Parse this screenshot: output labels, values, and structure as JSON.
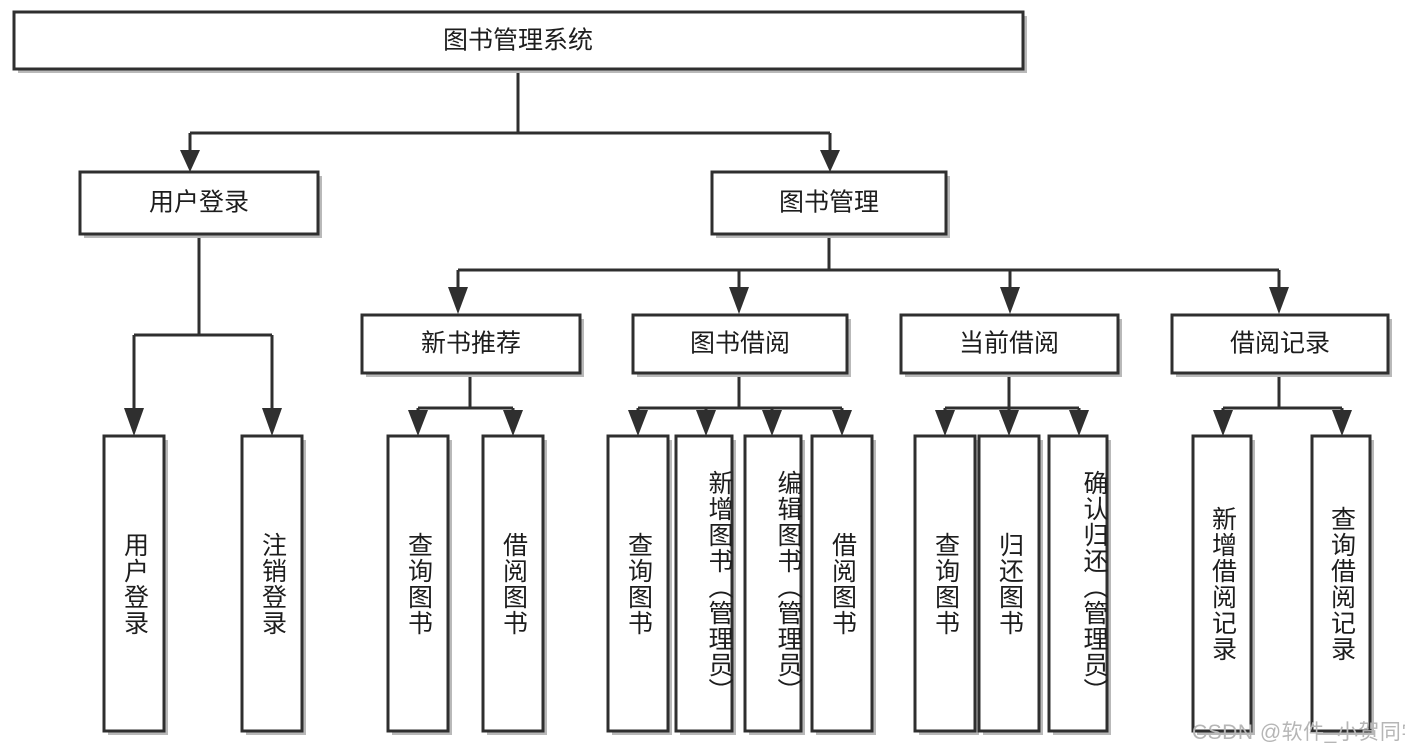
{
  "diagram": {
    "type": "tree",
    "title": "图书管理系统",
    "root": {
      "label": "图书管理系统",
      "level": 0
    },
    "level1": [
      {
        "label": "用户登录"
      },
      {
        "label": "图书管理"
      }
    ],
    "level2": [
      {
        "label": "新书推荐",
        "parent": "图书管理"
      },
      {
        "label": "图书借阅",
        "parent": "图书管理"
      },
      {
        "label": "当前借阅",
        "parent": "图书管理"
      },
      {
        "label": "借阅记录",
        "parent": "图书管理"
      }
    ],
    "leaves_user_login": [
      {
        "label": "用户登录"
      },
      {
        "label": "注销登录"
      }
    ],
    "leaves_new_book": [
      {
        "label": "查询图书"
      },
      {
        "label": "借阅图书"
      }
    ],
    "leaves_borrow": [
      {
        "label": "查询图书"
      },
      {
        "label": "新增图书（管理员）"
      },
      {
        "label": "编辑图书（管理员）"
      },
      {
        "label": "借阅图书"
      }
    ],
    "leaves_current": [
      {
        "label": "查询图书"
      },
      {
        "label": "归还图书"
      },
      {
        "label": "确认归还（管理员）"
      }
    ],
    "leaves_records": [
      {
        "label": "新增借阅记录"
      },
      {
        "label": "查询借阅记录"
      }
    ]
  },
  "watermark": {
    "text": "CSDN @软件_小贺同学"
  },
  "colors": {
    "box_stroke": "#2f2f2f",
    "box_fill": "#ffffff",
    "text": "#1d1d1d",
    "watermark": "#b6b6b6",
    "shadow": "#b9b9b9"
  }
}
